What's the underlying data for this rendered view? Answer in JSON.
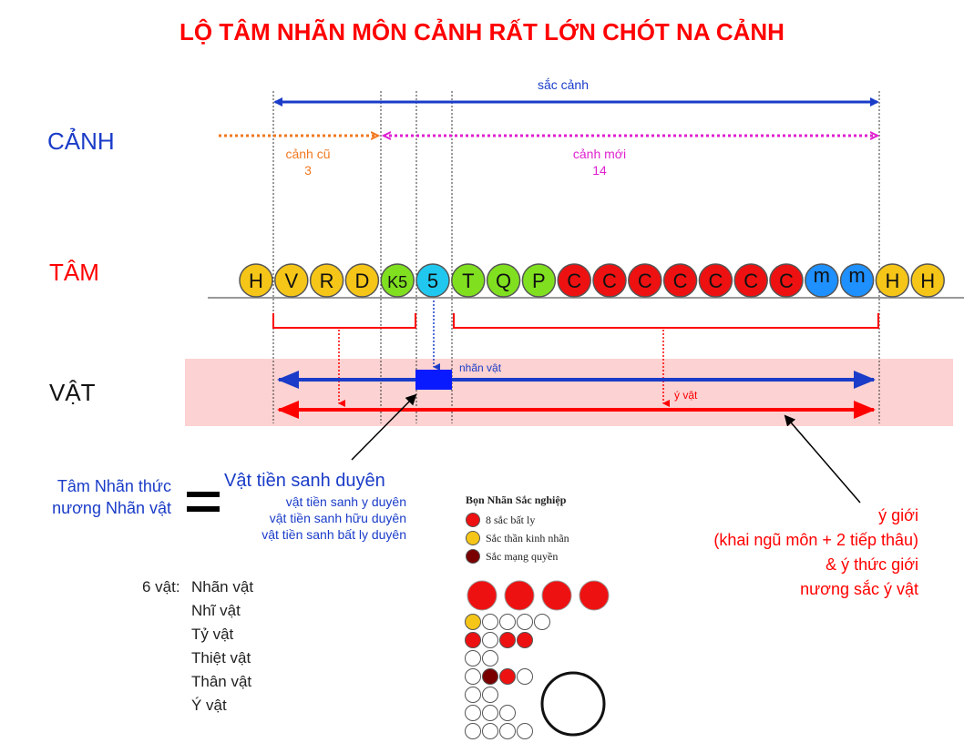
{
  "title": "LỘ TÂM NHÃN MÔN CẢNH RẤT LỚN CHÓT NA CẢNH",
  "row_labels": {
    "canh": "CẢNH",
    "tam": "TÂM",
    "vat": "VẬT"
  },
  "colors": {
    "title": "#ff0000",
    "blue": "#1a3cc8",
    "orange": "#f07820",
    "magenta": "#e020d0",
    "red": "#ff0000",
    "pink_band": "#fcd2d2",
    "yellow": "#f5c518",
    "green": "#80e020",
    "red_circle": "#ee1111",
    "cyan": "#20c8f0",
    "blue_circle": "#1e90ff",
    "dark_red": "#7a0000"
  },
  "canh": {
    "sac_canh": "sắc cảnh",
    "canh_cu": "cảnh cũ",
    "canh_cu_count": "3",
    "canh_moi": "cảnh mới",
    "canh_moi_count": "14"
  },
  "tam_circles": [
    {
      "label": "H",
      "color": "#f5c518"
    },
    {
      "label": "V",
      "color": "#f5c518"
    },
    {
      "label": "R",
      "color": "#f5c518"
    },
    {
      "label": "D",
      "color": "#f5c518"
    },
    {
      "label": "K5",
      "color": "#80e020"
    },
    {
      "label": "5",
      "color": "#20c8f0"
    },
    {
      "label": "T",
      "color": "#80e020"
    },
    {
      "label": "Q",
      "color": "#80e020"
    },
    {
      "label": "P",
      "color": "#80e020"
    },
    {
      "label": "C",
      "color": "#ee1111"
    },
    {
      "label": "C",
      "color": "#ee1111"
    },
    {
      "label": "C",
      "color": "#ee1111"
    },
    {
      "label": "C",
      "color": "#ee1111"
    },
    {
      "label": "C",
      "color": "#ee1111"
    },
    {
      "label": "C",
      "color": "#ee1111"
    },
    {
      "label": "C",
      "color": "#ee1111"
    },
    {
      "label": "m",
      "color": "#1e90ff"
    },
    {
      "label": "m",
      "color": "#1e90ff"
    },
    {
      "label": "H",
      "color": "#f5c518"
    },
    {
      "label": "H",
      "color": "#f5c518"
    }
  ],
  "vat": {
    "nhan_vat": "nhãn vật",
    "y_vat": "ý vật"
  },
  "equation": {
    "left_line1": "Tâm Nhãn thức",
    "left_line2": "nương Nhãn vật",
    "equals": "=",
    "right_title": "Vật tiền sanh duyên",
    "right_sub1": "vật tiền sanh y duyên",
    "right_sub2": "vật tiền sanh hữu duyên",
    "right_sub3": "vật tiền sanh bất ly duyên"
  },
  "six_vat": {
    "prefix": "6 vật:",
    "items": [
      "Nhãn vật",
      "Nhĩ vật",
      "Tỷ vật",
      "Thiệt vật",
      "Thân vật",
      "Ý vật"
    ]
  },
  "y_gioi": {
    "line1": "ý giới",
    "line2": "(khai ngũ môn + 2 tiếp thâu)",
    "line3": "& ý thức giới",
    "line4": "nương sắc ý vật"
  },
  "legend": {
    "title": "Bọn Nhãn Sắc nghiệp",
    "items": [
      {
        "label": "8 sắc bất ly",
        "color": "#ee1111"
      },
      {
        "label": "Sắc thần kinh nhãn",
        "color": "#f5c518"
      },
      {
        "label": "Sắc mạng quyền",
        "color": "#7a0000"
      }
    ]
  }
}
